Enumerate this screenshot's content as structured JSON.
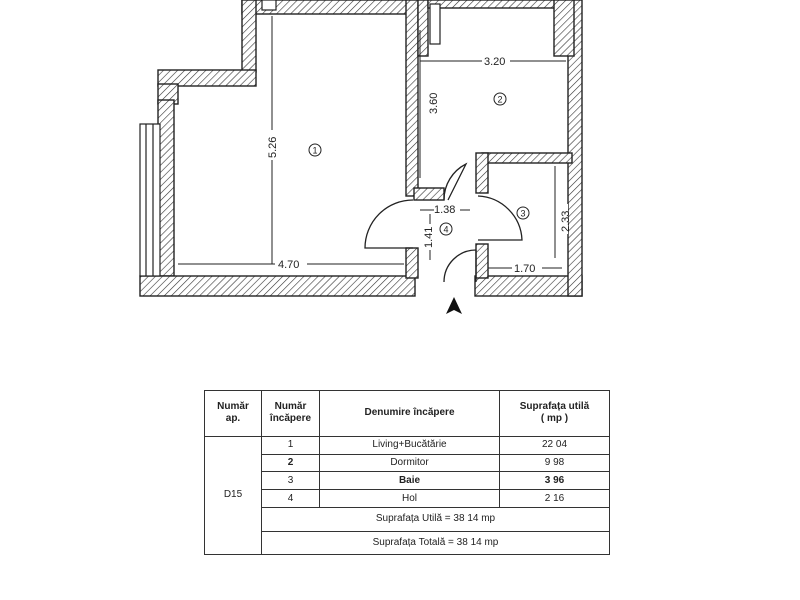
{
  "plan": {
    "dimensions": {
      "living_height": "5.26",
      "living_width": "4.70",
      "bedroom_width": "3.20",
      "bedroom_height": "3.60",
      "hall_width": "1.38",
      "hall_height": "1.41",
      "bath_height": "2.33",
      "bath_width": "1.70"
    },
    "rooms": [
      "1",
      "2",
      "3",
      "4"
    ],
    "entrance_icon": "triangle-up-icon"
  },
  "table": {
    "headers": {
      "apt_line1": "Număr",
      "apt_line2": "ap.",
      "room_line1": "Număr",
      "room_line2": "încăpere",
      "name": "Denumire încăpere",
      "area_line1": "Suprafața utilă",
      "area_line2": "( mp )"
    },
    "apartment": "D15",
    "rows": [
      {
        "num": "1",
        "name": "Living+Bucătărie",
        "area": "22 04"
      },
      {
        "num": "2",
        "name": "Dormitor",
        "area": "9 98"
      },
      {
        "num": "3",
        "name": "Baie",
        "area": "3 96"
      },
      {
        "num": "4",
        "name": "Hol",
        "area": "2 16"
      }
    ],
    "useful_total": "Suprafața Utilă = 38 14 mp",
    "grand_total": "Suprafața Totală = 38 14 mp"
  }
}
